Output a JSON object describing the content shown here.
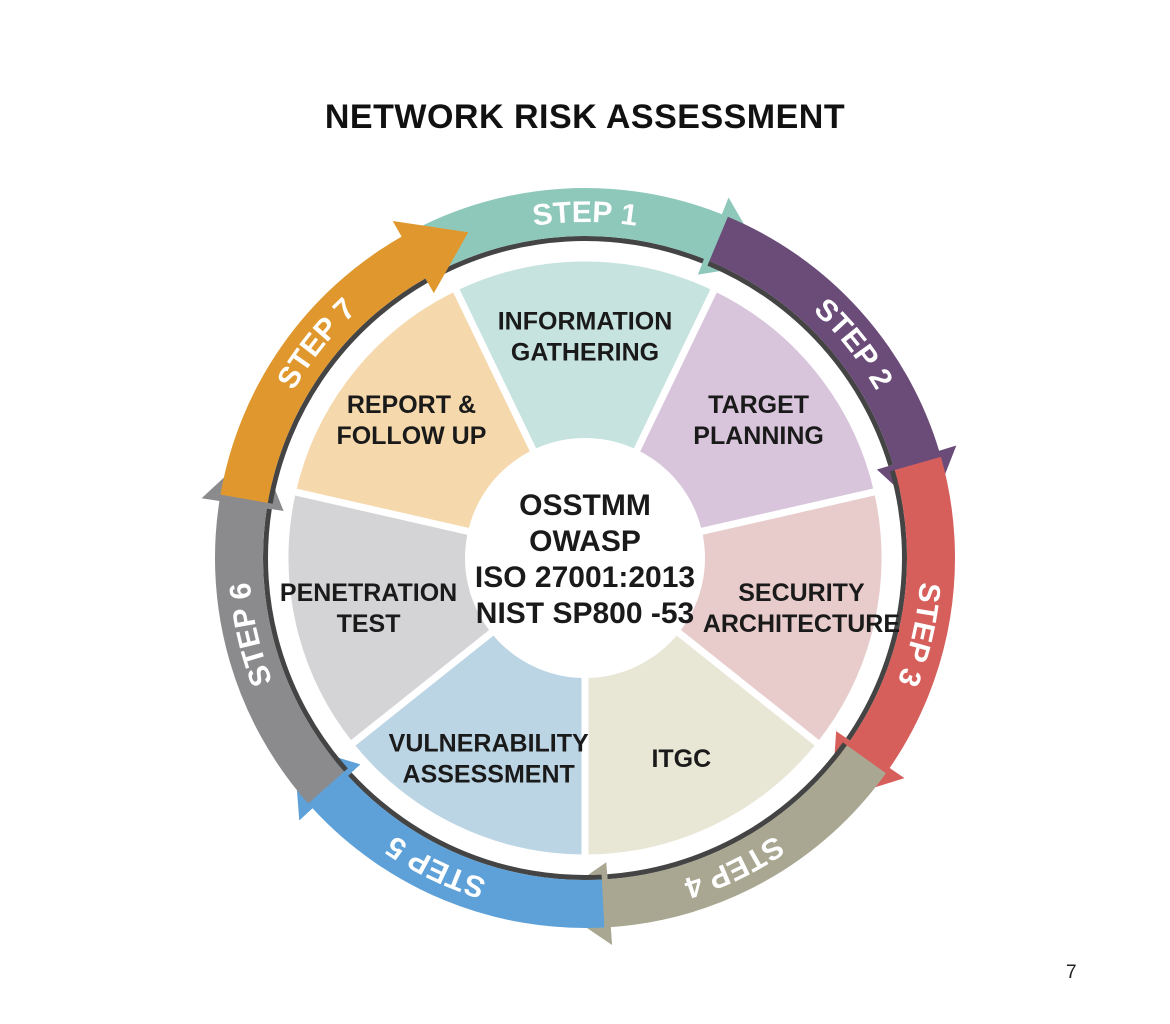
{
  "title": "NETWORK RISK ASSESSMENT",
  "page_number": "7",
  "center": {
    "lines": [
      "OSSTMM",
      "OWASP",
      "ISO 27001:2013",
      "NIST SP800 -53"
    ]
  },
  "segments": [
    {
      "lines": [
        "INFORMATION",
        "GATHERING"
      ],
      "color": "#c6e3df",
      "step": "STEP 1",
      "arrow_color": "#8ec8bb"
    },
    {
      "lines": [
        "TARGET",
        "PLANNING"
      ],
      "color": "#d8c5dc",
      "step": "STEP 2",
      "arrow_color": "#6b4c79"
    },
    {
      "lines": [
        "SECURITY",
        "ARCHITECTURE"
      ],
      "color": "#e8cccc",
      "step": "STEP 3",
      "arrow_color": "#d65f5b"
    },
    {
      "lines": [
        "ITGC"
      ],
      "color": "#e8e6d5",
      "step": "STEP 4",
      "arrow_color": "#a9a791"
    },
    {
      "lines": [
        "VULNERABILITY",
        "ASSESSMENT"
      ],
      "color": "#bcd5e5",
      "step": "STEP 5",
      "arrow_color": "#5ea1d8"
    },
    {
      "lines": [
        "PENETRATION",
        "TEST"
      ],
      "color": "#d4d4d6",
      "step": "STEP 6",
      "arrow_color": "#8b8b8d"
    },
    {
      "lines": [
        "REPORT &",
        "FOLLOW UP"
      ],
      "color": "#f5d8ac",
      "step": "STEP 7",
      "arrow_color": "#e0982e"
    }
  ]
}
